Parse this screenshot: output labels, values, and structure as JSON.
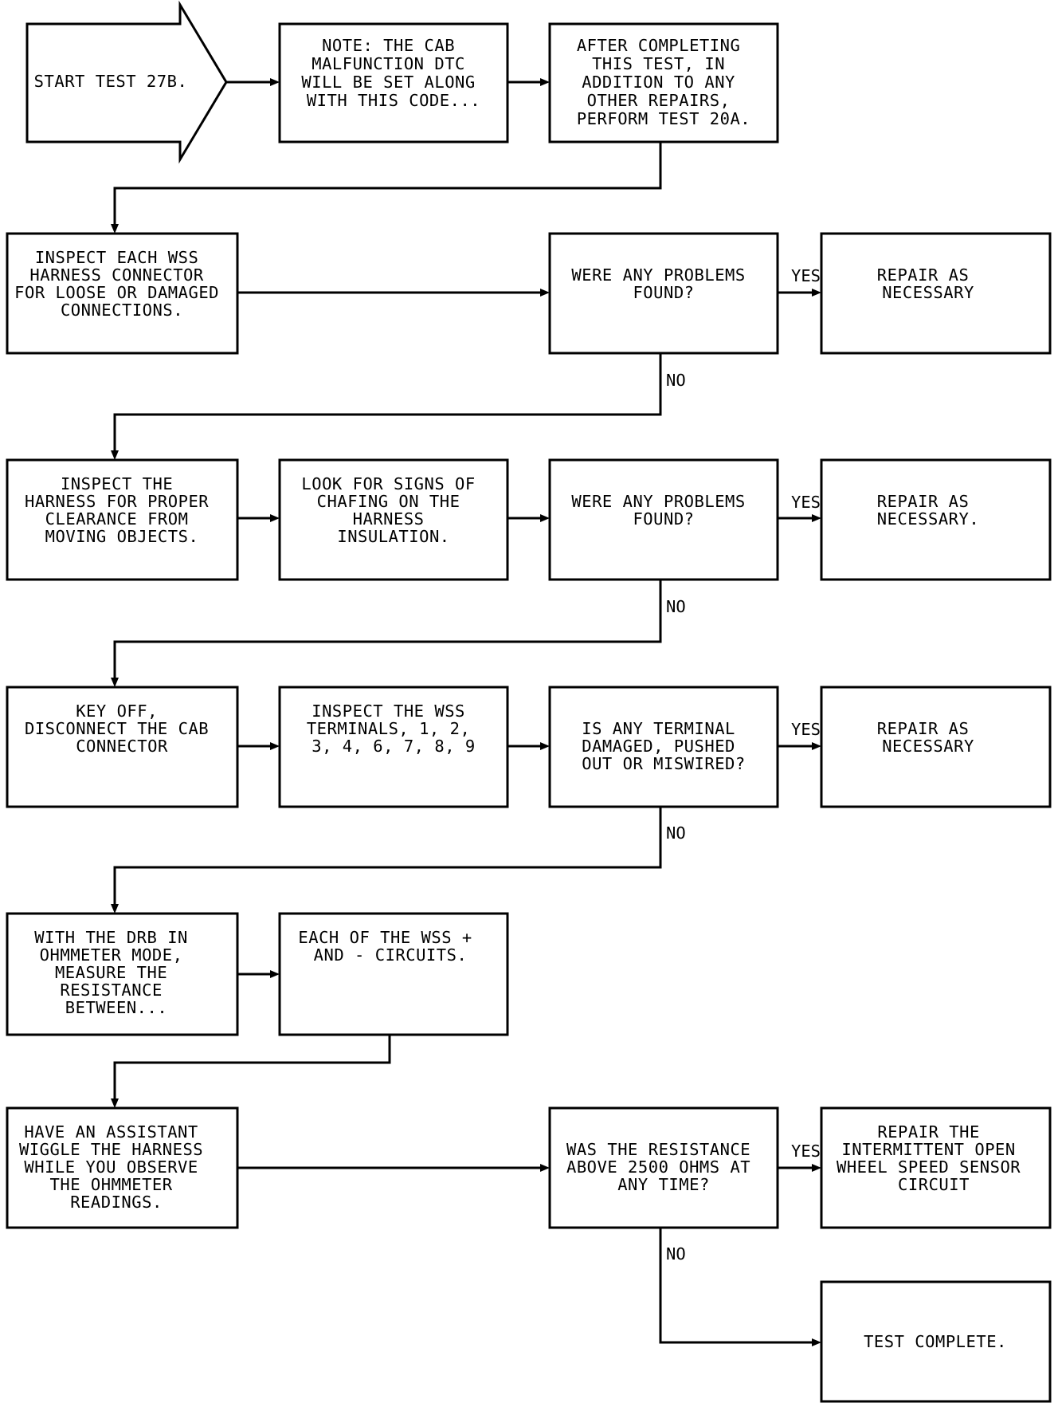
{
  "nodes": {
    "start": [
      "START TEST 27B."
    ],
    "note": [
      "NOTE: THE CAB",
      "MALFUNCTION DTC",
      "WILL BE SET ALONG",
      "WITH THIS CODE..."
    ],
    "after": [
      "AFTER COMPLETING",
      "THIS TEST, IN",
      "ADDITION TO ANY",
      "OTHER REPAIRS,",
      "PERFORM TEST 20A."
    ],
    "inspect_connector": [
      "INSPECT EACH WSS",
      "HARNESS CONNECTOR",
      "FOR LOOSE OR DAMAGED",
      "CONNECTIONS."
    ],
    "problems1": [
      "WERE ANY PROBLEMS",
      "FOUND?"
    ],
    "repair1": [
      "REPAIR AS",
      "NECESSARY"
    ],
    "inspect_clearance": [
      "INSPECT THE",
      "HARNESS FOR PROPER",
      "CLEARANCE FROM",
      "MOVING OBJECTS."
    ],
    "chafing": [
      "LOOK FOR SIGNS OF",
      "CHAFING ON THE",
      "HARNESS",
      "INSULATION."
    ],
    "problems2": [
      "WERE ANY PROBLEMS",
      "FOUND?"
    ],
    "repair2": [
      "REPAIR AS",
      "NECESSARY."
    ],
    "key_off": [
      "KEY OFF,",
      "DISCONNECT THE CAB",
      "CONNECTOR"
    ],
    "terminals": [
      "INSPECT THE WSS",
      "TERMINALS, 1, 2,",
      "3, 4, 6, 7, 8, 9"
    ],
    "terminal_damaged": [
      "IS ANY TERMINAL",
      "DAMAGED, PUSHED",
      "OUT OR MISWIRED?"
    ],
    "repair3": [
      "REPAIR AS",
      "NECESSARY"
    ],
    "ohmmeter": [
      "WITH THE DRB IN",
      "OHMMETER MODE,",
      "MEASURE THE",
      "RESISTANCE",
      "BETWEEN..."
    ],
    "circuits": [
      "EACH OF THE WSS +",
      "AND - CIRCUITS."
    ],
    "wiggle": [
      "HAVE AN ASSISTANT",
      "WIGGLE THE HARNESS",
      "WHILE YOU OBSERVE",
      "THE OHMMETER",
      "READINGS."
    ],
    "resistance": [
      "WAS THE RESISTANCE",
      "ABOVE 2500 OHMS AT",
      "ANY TIME?"
    ],
    "repair_open": [
      "REPAIR THE",
      "INTERMITTENT OPEN",
      "WHEEL SPEED SENSOR",
      "CIRCUIT"
    ],
    "complete": [
      "TEST COMPLETE."
    ]
  },
  "labels": {
    "yes": "YES",
    "no": "NO"
  }
}
